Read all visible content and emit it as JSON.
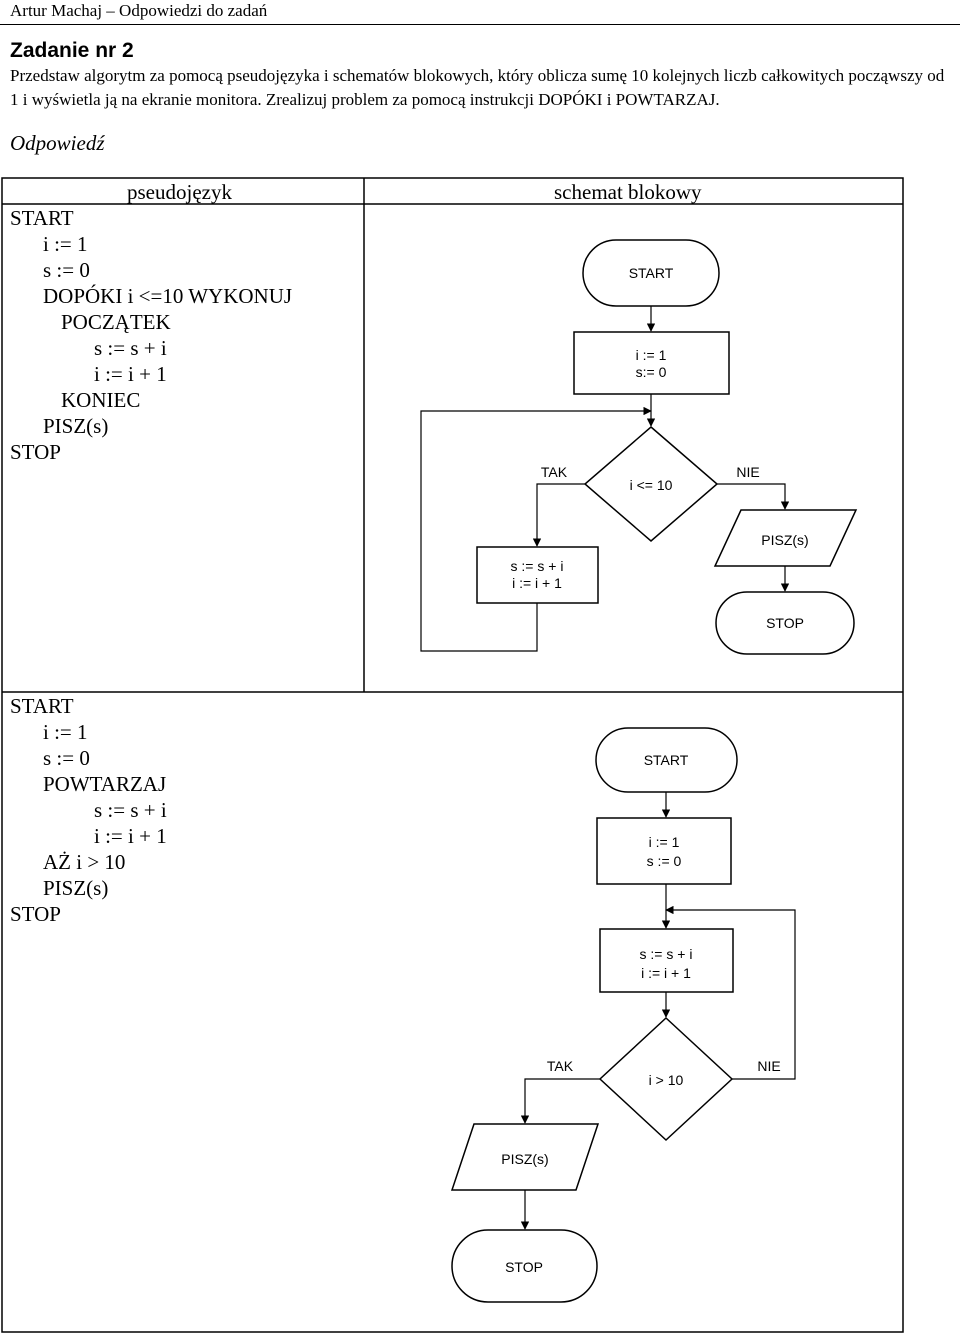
{
  "header": {
    "text": "Artur Machaj – Odpowiedzi do zadań"
  },
  "task": {
    "title": "Zadanie nr 2",
    "text": "Przedstaw algorytm za pomocą pseudojęzyka i schematów blokowych, który oblicza sumę 10 kolejnych liczb całkowitych począwszy od 1 i wyświetla ją na ekranie monitora. Zrealizuj problem za pomocą instrukcji DOPÓKI i POWTARZAJ."
  },
  "answer_label": "Odpowiedź",
  "table": {
    "col_pseudocode": "pseudojęzyk",
    "col_flowchart": "schemat blokowy"
  },
  "while_section": {
    "pseudocode": [
      "START",
      "i := 1",
      "s := 0",
      "DOPÓKI i <=10 WYKONUJ",
      "POCZĄTEK",
      "s := s + i",
      "i := i + 1",
      "KONIEC",
      "PISZ(s)",
      "STOP"
    ],
    "flowchart": {
      "start": "START",
      "init_line1": "i := 1",
      "init_line2": "s:= 0",
      "condition": "i <= 10",
      "yes": "TAK",
      "no": "NIE",
      "body_line1": "s := s + i",
      "body_line2": "i := i + 1",
      "output": "PISZ(s)",
      "stop": "STOP"
    }
  },
  "repeat_section": {
    "pseudocode": [
      "START",
      "i := 1",
      "s := 0",
      "POWTARZAJ",
      "s := s + i",
      "i := i + 1",
      "AŻ i > 10",
      "PISZ(s)",
      "STOP"
    ],
    "flowchart": {
      "start": "START",
      "init_line1": "i := 1",
      "init_line2": "s := 0",
      "body_line1": "s := s + i",
      "body_line2": "i := i + 1",
      "condition": "i > 10",
      "yes": "TAK",
      "no": "NIE",
      "output": "PISZ(s)",
      "stop": "STOP"
    }
  }
}
